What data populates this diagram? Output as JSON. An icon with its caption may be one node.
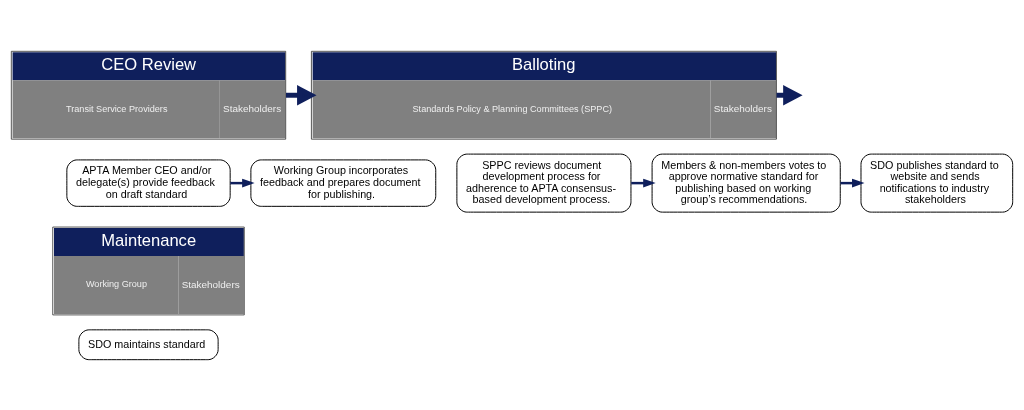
{
  "diagram": {
    "nodes": [
      {
        "text": [
          "CEO Review",
          "Transit Service Providers",
          "Stakeholders"
        ]
      },
      {
        "text": [
          "APTA Member CEO and/or delegate(s) provide feedback on draft standard"
        ]
      },
      {
        "text": [
          "Working Group incorporates feedback and prepares document for publishing."
        ]
      },
      {
        "text": [
          "Balloting",
          "Standards Policy & Planning Committees (SPPC)",
          "Stakeholders"
        ]
      },
      {
        "text": [
          "SPPC reviews document development process for adherence to APTA consensus-based development process."
        ]
      },
      {
        "text": [
          "Members & non-members votes to approve normative standard for publishing based on working group’s recommendations."
        ]
      },
      {
        "text": [
          "SDO publishes standard to website and sends notifications to industry stakeholders"
        ]
      },
      {
        "text": [
          "Maintenance",
          "Working Group",
          "Stakeholders"
        ]
      },
      {
        "text": [
          "SDO maintains standard"
        ]
      }
    ],
    "edges": [
      {
        "from": 0,
        "to": 3,
        "arrow": "to",
        "style": "thick"
      },
      {
        "from": 3,
        "to": null,
        "arrow": "to",
        "style": "thick"
      },
      {
        "from": 1,
        "to": 2,
        "arrow": "to"
      },
      {
        "from": 4,
        "to": 5,
        "arrow": "to"
      },
      {
        "from": 5,
        "to": 6,
        "arrow": "to"
      }
    ]
  }
}
